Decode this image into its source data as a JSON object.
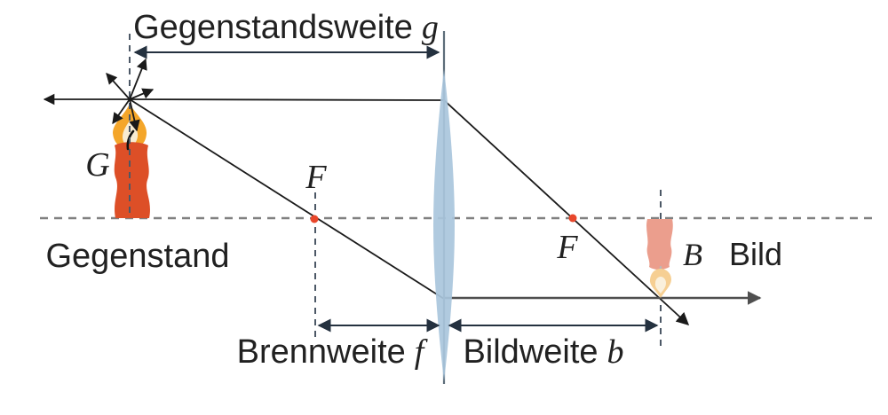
{
  "figure": {
    "title_measure": {
      "label": "Gegenstandsweite",
      "symbol": "g"
    },
    "object": {
      "label": "Gegenstand",
      "symbol": "G"
    },
    "image": {
      "label": "Bild",
      "symbol": "B"
    },
    "focal_point_left": {
      "symbol": "F"
    },
    "focal_point_right": {
      "symbol": "F"
    },
    "focal_measure": {
      "label": "Brennweite",
      "symbol": "f"
    },
    "image_measure": {
      "label": "Bildweite",
      "symbol": "b"
    }
  },
  "colors": {
    "accent_focal": "#e8472b",
    "lens_fill": "#a9c6dc",
    "lens_plane_line": "#5d6d79",
    "candle_body": "#dd4f27",
    "candle_flame": "#f4a62a",
    "candle_flame_inner": "#f8ecd2",
    "image_candle_body": "#eb9e8d",
    "image_candle_flame": "#f6cf93",
    "ray": "#1a1a1a",
    "refracted_parallel_ray": "#4f4f4f",
    "measure_line": "#24313f",
    "axis_dash": "#808080",
    "text": "#212121"
  }
}
